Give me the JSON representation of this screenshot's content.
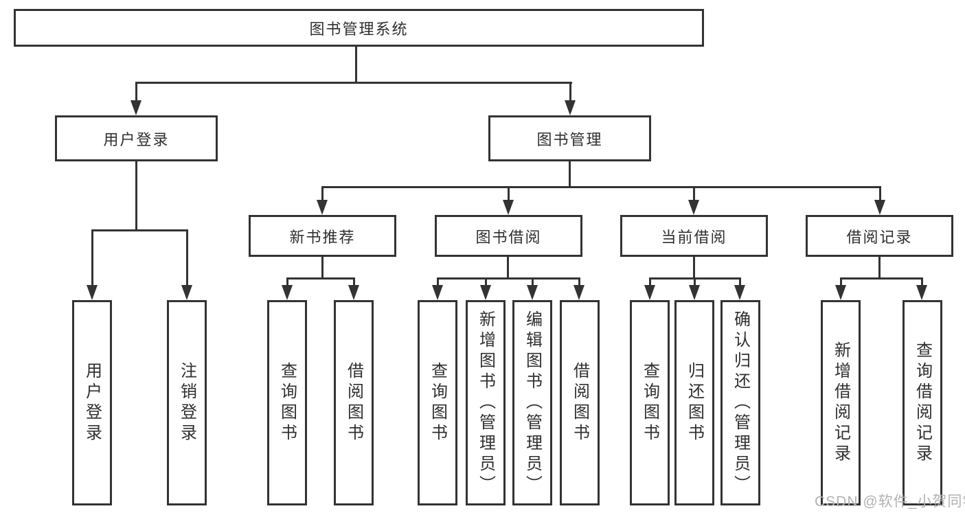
{
  "watermark": {
    "text": "CSDN @软件_小贺同学"
  },
  "colors": {
    "line": "#333333",
    "box_border": "#333333",
    "text": "#2f2f2f",
    "watermark": "#b2b2b2",
    "background": "#ffffff"
  },
  "tree": {
    "root": {
      "label": "图书管理系统"
    },
    "branches": [
      {
        "label": "用户登录",
        "children": [
          {
            "label": "用户登录"
          },
          {
            "label": "注销登录"
          }
        ]
      },
      {
        "label": "图书管理",
        "children": [
          {
            "label": "新书推荐",
            "children": [
              {
                "label": "查询图书"
              },
              {
                "label": "借阅图书"
              }
            ]
          },
          {
            "label": "图书借阅",
            "children": [
              {
                "label": "查询图书"
              },
              {
                "label": "新增图书（管理员）"
              },
              {
                "label": "编辑图书（管理员）"
              },
              {
                "label": "借阅图书"
              }
            ]
          },
          {
            "label": "当前借阅",
            "children": [
              {
                "label": "查询图书"
              },
              {
                "label": "归还图书"
              },
              {
                "label": "确认归还（管理员）"
              }
            ]
          },
          {
            "label": "借阅记录",
            "children": [
              {
                "label": "新增借阅记录"
              },
              {
                "label": "查询借阅记录"
              }
            ]
          }
        ]
      }
    ]
  }
}
